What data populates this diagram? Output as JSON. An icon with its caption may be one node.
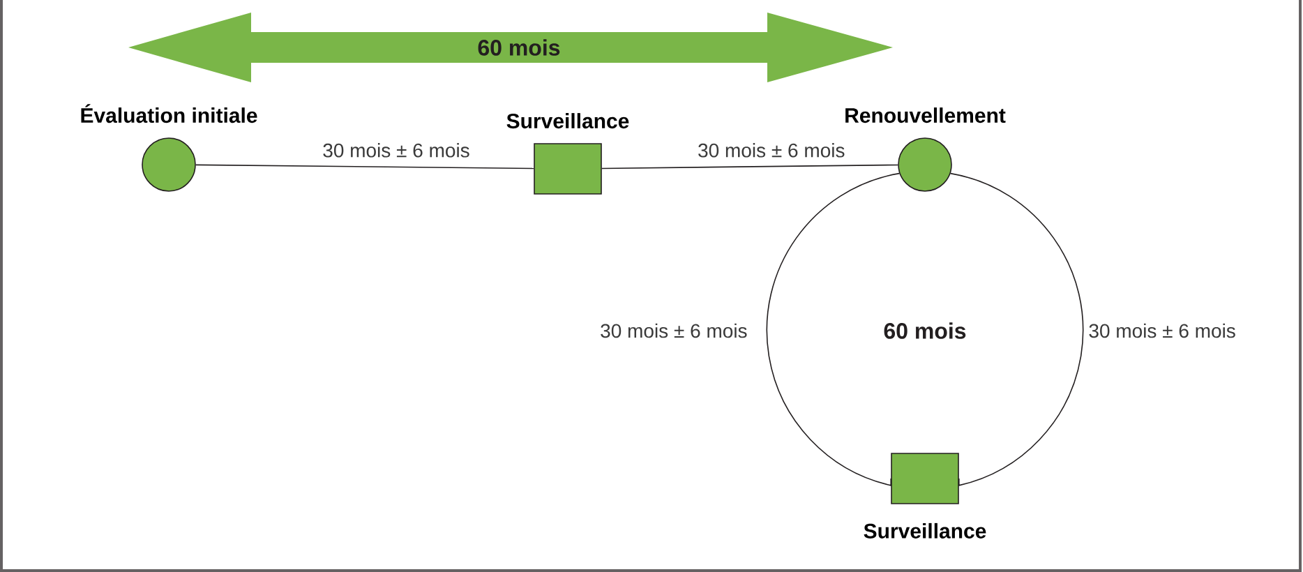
{
  "diagram": {
    "nodes": [
      {
        "text": [
          "Évaluation initiale"
        ]
      },
      {
        "text": [
          "Surveillance"
        ]
      },
      {
        "text": [
          "Renouvellement"
        ]
      },
      {
        "text": [
          "Surveillance"
        ]
      }
    ],
    "edges": [
      {
        "from": 0,
        "to": 1,
        "arrow": "none",
        "label": "30 mois ± 6 mois"
      },
      {
        "from": 1,
        "to": 2,
        "arrow": "none",
        "label": "30 mois ± 6 mois"
      },
      {
        "from": 2,
        "to": 3,
        "arrow": "none",
        "label": "30 mois ± 6 mois"
      },
      {
        "from": 2,
        "to": 3,
        "arrow": "none",
        "label": "30 mois ± 6 mois"
      }
    ],
    "labels": [
      "60 mois",
      "60 mois"
    ]
  }
}
